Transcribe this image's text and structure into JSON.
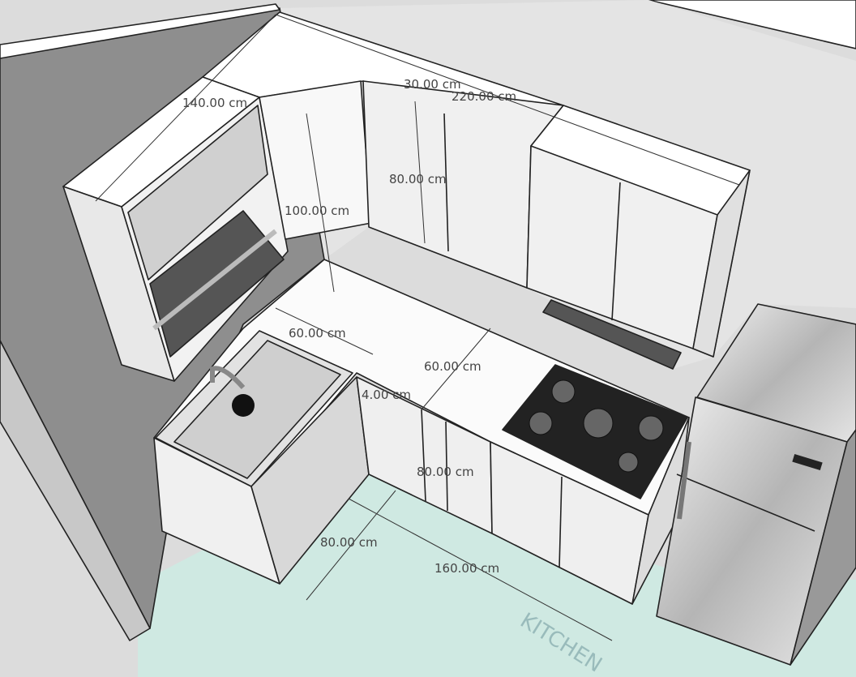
{
  "scene": "kitchen-3d-model",
  "dimensions": {
    "upper_left_width": "140.00 cm",
    "upper_depth": "30.00 cm",
    "upper_total_width": "220.00 cm",
    "upper_height": "80.00 cm",
    "upper_to_counter": "100.00 cm",
    "counter_depth_left": "60.00 cm",
    "counter_depth_right": "60.00 cm",
    "counter_thickness": "4.00 cm",
    "base_height": "80.00 cm",
    "base_left_width": "80.00 cm",
    "base_right_width": "160.00 cm"
  },
  "floor_plan_label": "KITCHEN",
  "colors": {
    "wall": "#dedede",
    "side_wall": "#8e8e8e",
    "floor": "#cfe9e2",
    "cabinet": "#f4f4f4"
  }
}
